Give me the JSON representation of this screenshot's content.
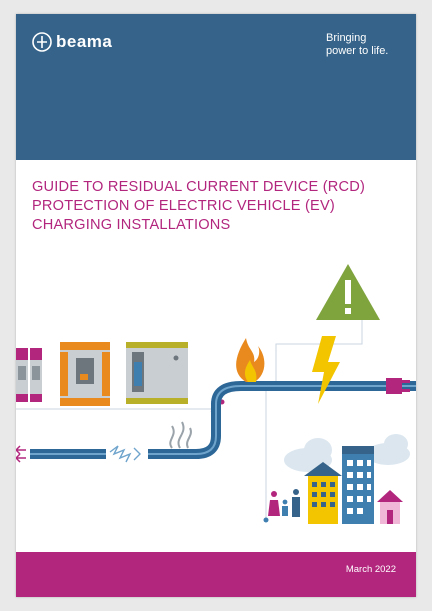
{
  "brand": {
    "logo_text": "beama",
    "tagline_line1": "Bringing",
    "tagline_line2": "power to life."
  },
  "title": {
    "line1": "GUIDE TO RESIDUAL CURRENT DEVICE (RCD)",
    "line2": "PROTECTION OF ELECTRIC VEHICLE (EV)",
    "line3": "CHARGING INSTALLATIONS"
  },
  "footer": {
    "date": "March 2022"
  },
  "colors": {
    "header_blue": "#356389",
    "magenta": "#b2267e",
    "cable_blue": "#3f7fb0",
    "warning_green": "#7fa33d",
    "bolt_yellow": "#f2c500"
  },
  "illustration": {
    "icons": [
      "circuit-breaker-icon",
      "rcd-device-icon",
      "control-panel-icon",
      "fire-icon",
      "warning-triangle-icon",
      "lightning-bolt-icon",
      "ev-plug-icon",
      "smoke-icon",
      "broken-cable-spark-icon",
      "city-buildings-icon",
      "family-icon",
      "cloud-icon"
    ]
  }
}
